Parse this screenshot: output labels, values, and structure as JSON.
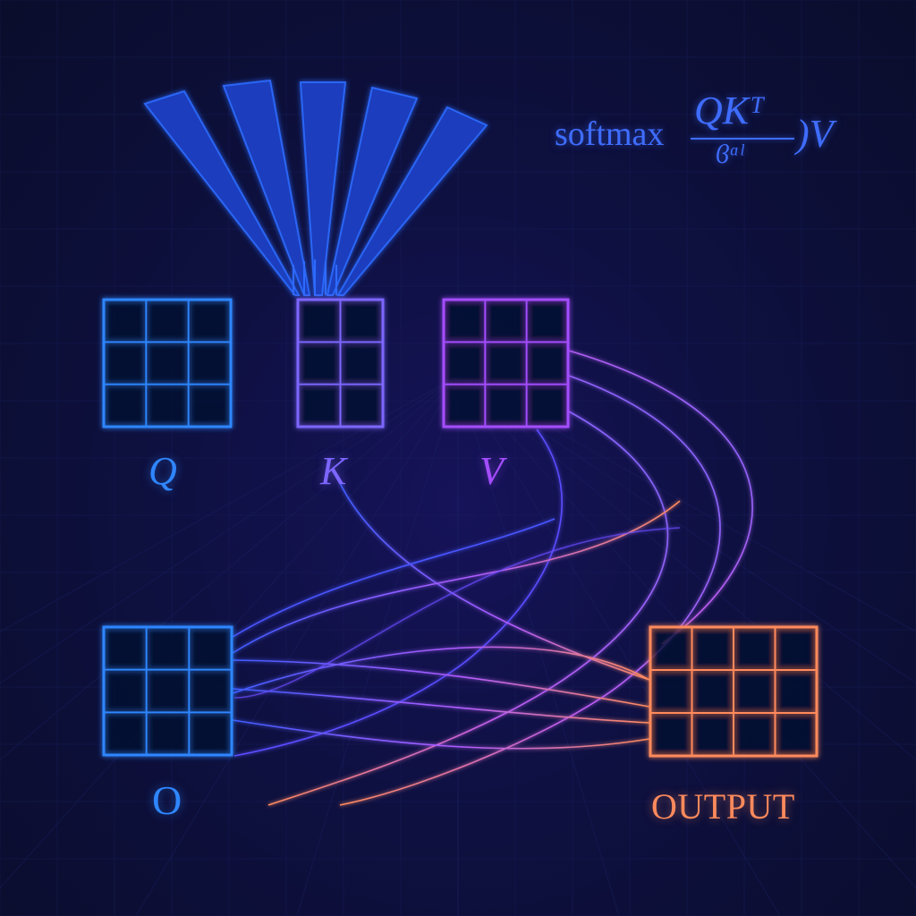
{
  "diagram": {
    "matrices": {
      "q": {
        "label": "Q",
        "color": "#2f86ff"
      },
      "k": {
        "label": "K",
        "color": "#7d66ff"
      },
      "v": {
        "label": "V",
        "color": "#a44dff"
      },
      "o": {
        "label": "O",
        "color": "#2f86ff"
      },
      "output": {
        "label": "OUTPUT",
        "color": "#ff8a5c"
      }
    },
    "formula": {
      "prefix": "softmax",
      "numerator": "QKᵀ",
      "denominator": "ϐᵅˡ",
      "suffix": ")V"
    },
    "colors": {
      "background": "#0b0f2e",
      "fan": "#1f5cff",
      "flow_start": "#3f5cff",
      "flow_end": "#ff8a5c"
    },
    "fan_count": 5,
    "flow_line_count": 12
  }
}
